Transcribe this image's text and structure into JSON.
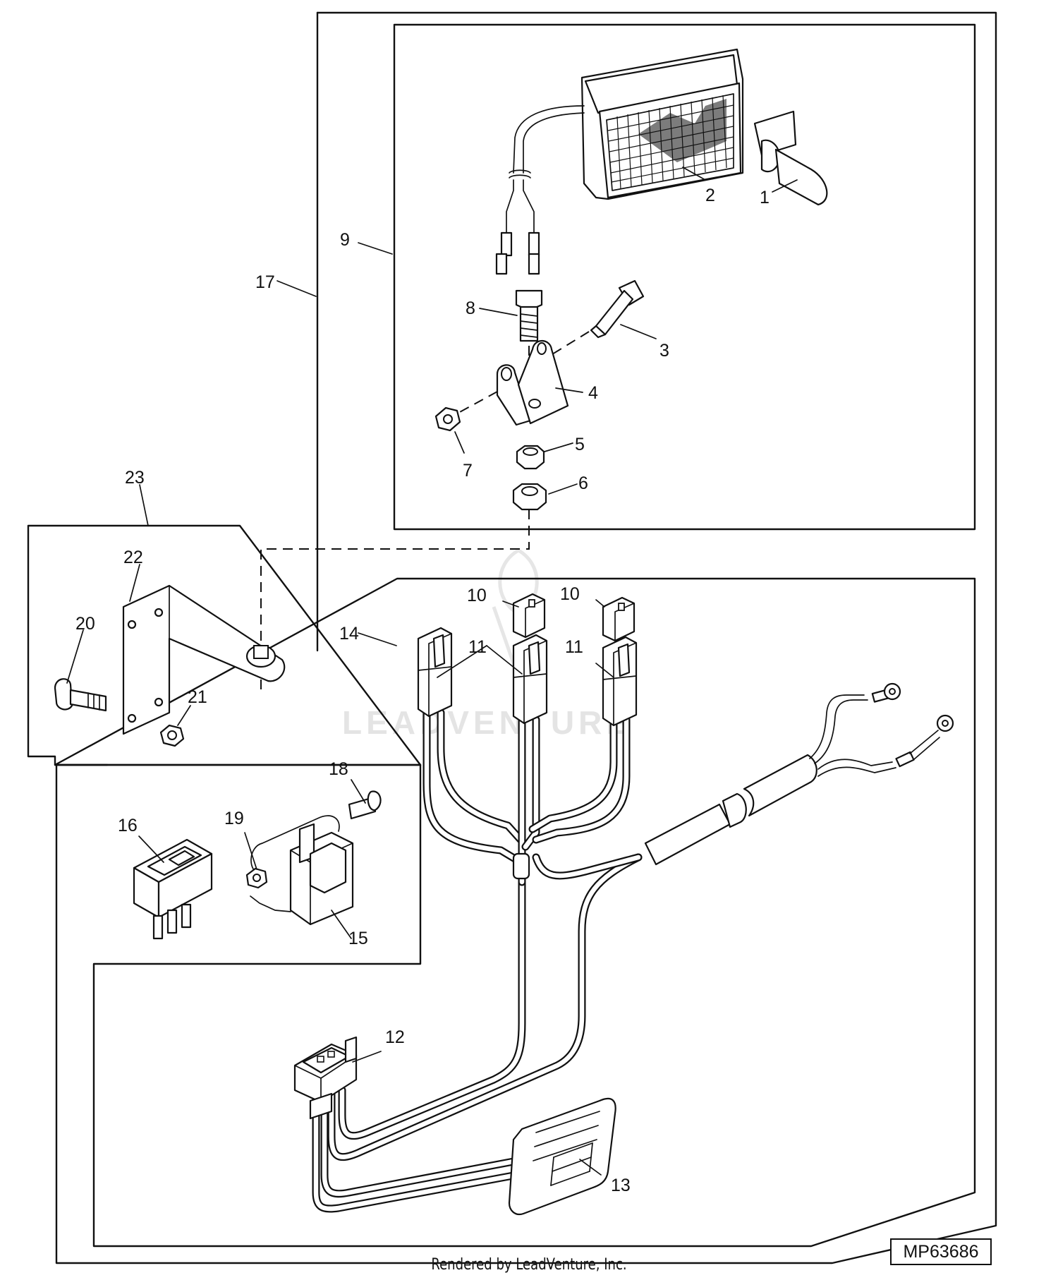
{
  "diagram": {
    "watermark": "LEADVENTURE",
    "code": "MP63686",
    "credit": "Rendered by LeadVenture, Inc.",
    "callouts": [
      {
        "id": "1",
        "label": "1"
      },
      {
        "id": "2",
        "label": "2"
      },
      {
        "id": "3",
        "label": "3"
      },
      {
        "id": "4",
        "label": "4"
      },
      {
        "id": "5",
        "label": "5"
      },
      {
        "id": "6",
        "label": "6"
      },
      {
        "id": "7",
        "label": "7"
      },
      {
        "id": "8",
        "label": "8"
      },
      {
        "id": "9",
        "label": "9"
      },
      {
        "id": "10a",
        "label": "10"
      },
      {
        "id": "10b",
        "label": "10"
      },
      {
        "id": "11a",
        "label": "11"
      },
      {
        "id": "11b",
        "label": "11"
      },
      {
        "id": "12",
        "label": "12"
      },
      {
        "id": "13",
        "label": "13"
      },
      {
        "id": "14",
        "label": "14"
      },
      {
        "id": "15",
        "label": "15"
      },
      {
        "id": "16",
        "label": "16"
      },
      {
        "id": "17",
        "label": "17"
      },
      {
        "id": "18",
        "label": "18"
      },
      {
        "id": "19",
        "label": "19"
      },
      {
        "id": "20",
        "label": "20"
      },
      {
        "id": "21",
        "label": "21"
      },
      {
        "id": "22",
        "label": "22"
      },
      {
        "id": "23",
        "label": "23"
      }
    ]
  }
}
